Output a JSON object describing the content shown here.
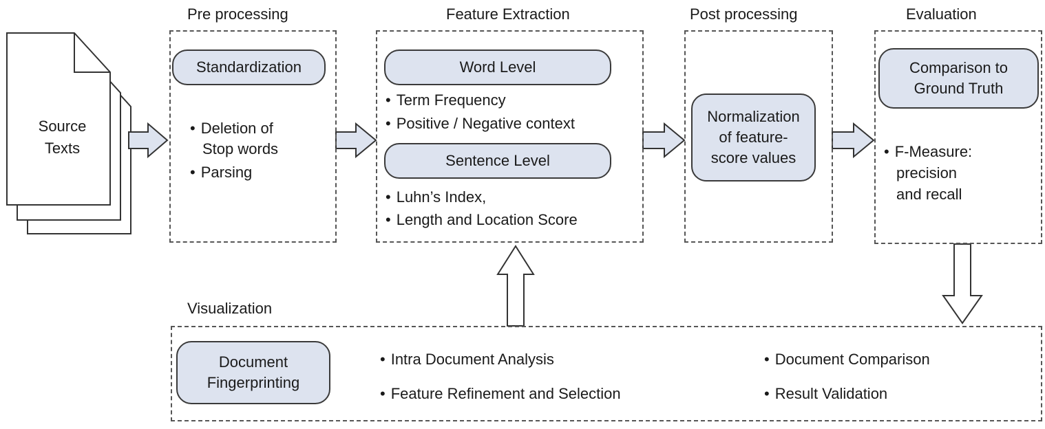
{
  "source": {
    "line1": "Source",
    "line2": "Texts"
  },
  "preprocessing": {
    "title": "Pre processing",
    "pill": "Standardization",
    "bullet1_line1": "Deletion of",
    "bullet1_line2": "Stop words",
    "bullet2": "Parsing"
  },
  "feature_extraction": {
    "title": "Feature Extraction",
    "word_level": "Word Level",
    "word_bullets": [
      "Term Frequency",
      "Positive / Negative context"
    ],
    "sentence_level": "Sentence Level",
    "sentence_bullets": [
      "Luhn’s Index,",
      "Length  and Location Score"
    ]
  },
  "postprocessing": {
    "title": "Post processing",
    "pill": "Normalization\nof feature-\nscore values"
  },
  "evaluation": {
    "title": "Evaluation",
    "pill": "Comparison to\nGround Truth",
    "bullet_line1": "F-Measure:",
    "bullet_line2": "precision",
    "bullet_line3": "and recall"
  },
  "visualization": {
    "title": "Visualization",
    "pill": "Document\nFingerprinting",
    "bullets_left": [
      "Intra Document Analysis",
      "Feature Refinement and Selection"
    ],
    "bullets_right": [
      "Document Comparison",
      "Result Validation"
    ]
  },
  "colors": {
    "pill_fill": "#dde3ef",
    "stroke": "#333333",
    "dash": "#555555"
  }
}
